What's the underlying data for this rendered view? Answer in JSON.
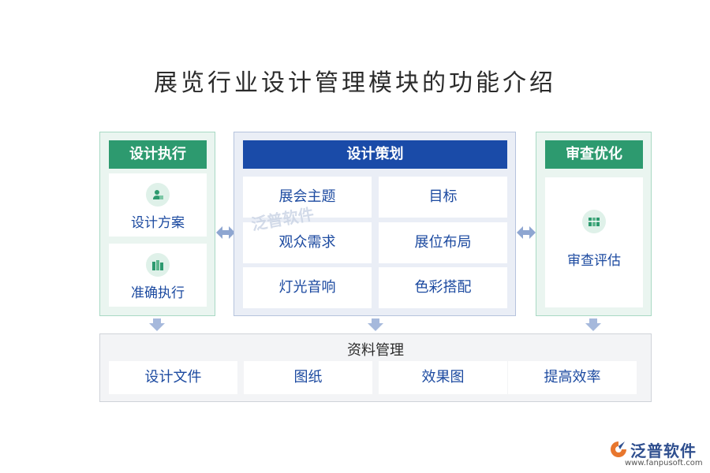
{
  "title": "展览行业设计管理模块的功能介绍",
  "left_panel": {
    "header": "设计执行",
    "items": [
      {
        "label": "设计方案",
        "icon": "user-document-icon"
      },
      {
        "label": "准确执行",
        "icon": "bars-icon"
      }
    ]
  },
  "center_panel": {
    "header": "设计策划",
    "cells": [
      "展会主题",
      "目标",
      "观众需求",
      "展位布局",
      "灯光音响",
      "色彩搭配"
    ]
  },
  "right_panel": {
    "header": "审查优化",
    "items": [
      {
        "label": "审查评估",
        "icon": "binders-icon"
      }
    ]
  },
  "bottom_panel": {
    "title": "资料管理",
    "cells": [
      "设计文件",
      "图纸",
      "效果图",
      "提高效率"
    ]
  },
  "watermark": "泛普软件",
  "logo": {
    "text": "泛普软件",
    "url": "www.fanpusoft.com"
  },
  "colors": {
    "green": "#2d9a6f",
    "blue": "#1a4ba8",
    "text_blue": "#1c4aa0"
  }
}
